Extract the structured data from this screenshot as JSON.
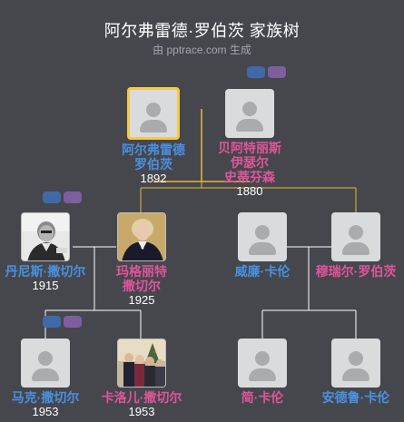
{
  "header": {
    "title": "阿尔弗雷德·罗伯茨 家族树",
    "subtitle": "由 pptrace.com 生成"
  },
  "colors": {
    "background": "#45474d",
    "male": "#4a90e2",
    "female": "#e0559a",
    "selected_border": "#f4c84a",
    "spouse_line": "#e6b73b",
    "child_line": "#ffffff"
  },
  "people": {
    "alfred": {
      "name_line1": "阿尔弗雷德",
      "name_line2": "罗伯茨",
      "year": "1892",
      "gender": "male",
      "selected": true
    },
    "beatrice": {
      "name_line1": "贝阿特丽斯",
      "name_line2": "伊瑟尔",
      "name_line3": "史蒂芬森",
      "year": "1880",
      "gender": "female"
    },
    "denis": {
      "name_line1": "丹尼斯·撒切尔",
      "year": "1915",
      "gender": "male",
      "photo": "portrait"
    },
    "margaret": {
      "name_line1": "玛格丽特",
      "name_line2": "撒切尔",
      "year": "1925",
      "gender": "female",
      "photo": "portrait"
    },
    "william": {
      "name_line1": "威廉·卡伦",
      "gender": "male"
    },
    "muriel": {
      "name_line1": "穆瑞尔·罗伯茨",
      "gender": "female"
    },
    "mark": {
      "name_line1": "马克·撒切尔",
      "year": "1953",
      "gender": "male"
    },
    "carol": {
      "name_line1": "卡洛儿·撒切尔",
      "year": "1953",
      "gender": "female",
      "photo": "group"
    },
    "jane": {
      "name_line1": "简·卡伦",
      "gender": "female"
    },
    "andrew": {
      "name_line1": "安德鲁·卡伦",
      "gender": "male"
    }
  }
}
